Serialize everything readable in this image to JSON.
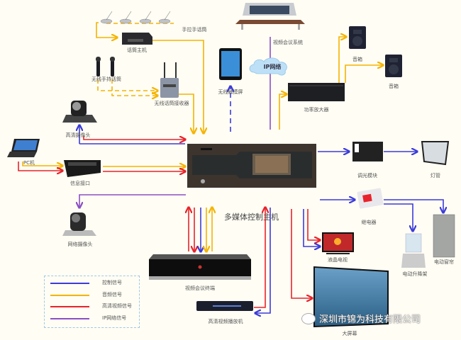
{
  "colors": {
    "control": "#3b3bd9",
    "audio": "#f5b400",
    "hd_video": "#e8232b",
    "ip_network": "#8a4fc4",
    "background": "#fffdf4"
  },
  "main_controller": {
    "label": "多媒体控制主机"
  },
  "devices": {
    "handheld_mics": "手拉手话筒",
    "mic_host": "话筒主机",
    "wireless_mics": "无线手持话筒",
    "wireless_receiver": "无线话筒接收器",
    "hd_camera": "高清摄像头",
    "pc": "PC机",
    "info_interface": "信息接口",
    "network_camera": "网络摄像头",
    "wireless_touchscreen": "无线触摸屏",
    "video_conf_system": "视频会议系统",
    "ip_network": "IP网络",
    "speaker_1": "音箱",
    "speaker_2": "音箱",
    "power_amp": "功率放大器",
    "dimmer_module": "调光模块",
    "light_tube": "灯管",
    "relay": "继电器",
    "lcd_tv": "液晶电视",
    "electric_lift": "电动升降架",
    "electric_curtain": "电动窗帘",
    "video_conf_terminal": "视频会议终端",
    "hd_video_player": "高清视频播放机",
    "big_screen": "大屏幕"
  },
  "legend": {
    "items": [
      {
        "label": "控制信号",
        "signal": "control"
      },
      {
        "label": "音频信号",
        "signal": "audio"
      },
      {
        "label": "高清视频信号",
        "signal": "hd_video"
      },
      {
        "label": "IP网络信号",
        "signal": "ip_network"
      }
    ]
  },
  "watermark": "深圳市锦为科技有限公司"
}
